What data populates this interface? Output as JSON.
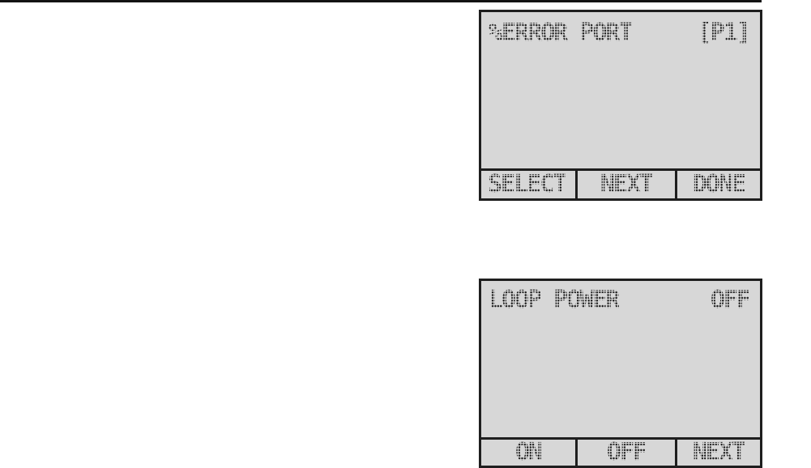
{
  "page": {
    "background_color": "#ffffff",
    "top_rule_color": "#131313"
  },
  "lcd_style": {
    "screen_background": "#d7d7d7",
    "border_color": "#1e1e1e",
    "text_color": "#1f1f1f"
  },
  "screens": [
    {
      "name": "percent-error-port",
      "title_left": "%ERROR PORT",
      "title_right": "[P1]",
      "softkeys": [
        "SELECT",
        "NEXT",
        "DONE"
      ]
    },
    {
      "name": "loop-power",
      "title_left": "LOOP POWER",
      "title_right": "OFF",
      "softkeys": [
        "ON",
        "OFF",
        "NEXT"
      ]
    }
  ]
}
